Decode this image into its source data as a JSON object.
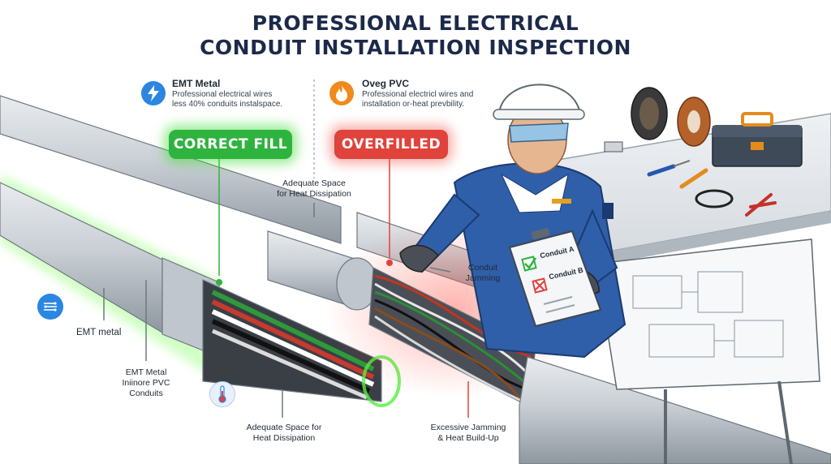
{
  "header": {
    "title_line1": "PROFESSIONAL ELECTRICAL",
    "title_line2": "CONDUIT INSTALLATION INSPECTION"
  },
  "legend": {
    "emt": {
      "icon": "lightning-bolt-icon",
      "title": "EMT Metal",
      "line1": "Professional electrical wires",
      "line2": "less 40% conduits instalspace."
    },
    "pvc": {
      "icon": "flame-icon",
      "title": "Oveg PVC",
      "line1": "Professional electricl wires and",
      "line2": "installation or-heat prevbility."
    }
  },
  "badges": {
    "correct": "CORRECT FILL",
    "overfilled": "OVERFILLED"
  },
  "labels": {
    "adequate_top_line1": "Adequate Space",
    "adequate_top_line2": "for Heat Dissipation",
    "conduit_jamming_line1": "Conduit",
    "conduit_jamming_line2": "Jamming",
    "emt_metal": "EMT metal",
    "emt_pvc_line1": "EMT Metal",
    "emt_pvc_line2": "Iniinore PVC",
    "emt_pvc_line3": "Conduits",
    "adequate_bottom_line1": "Adequate Space for",
    "adequate_bottom_line2": "Heat Dissipation",
    "excessive_line1": "Excessive Jamming",
    "excessive_line2": "& Heat Build-Up"
  },
  "clipboard": {
    "item_a": "Conduit A",
    "item_b": "Conduit B"
  },
  "colors": {
    "title": "#1c2a4a",
    "correct_green": "#2fb33f",
    "overfilled_red": "#e0423c",
    "info_blue": "#2a86e0",
    "info_orange": "#f08a1c",
    "uniform_blue": "#2f5fa8",
    "conduit_gray": "#c2c8cf"
  }
}
